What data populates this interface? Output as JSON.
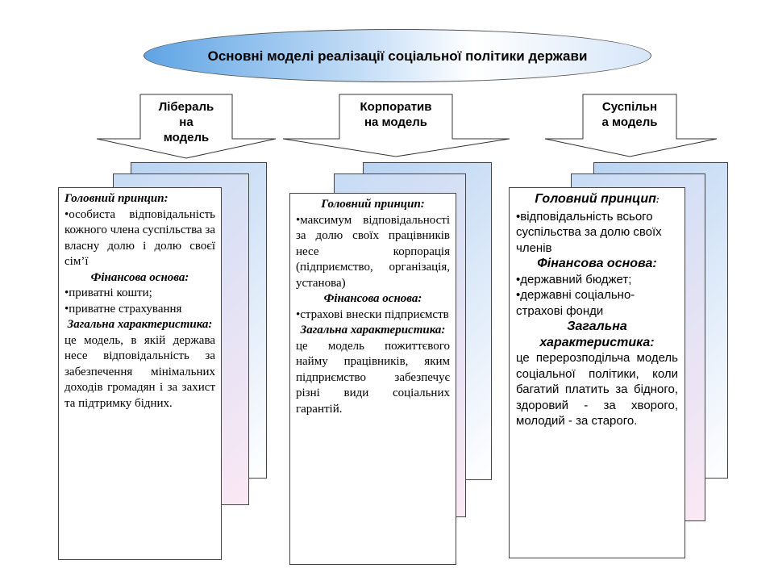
{
  "title": "Основні моделі реалізації соціальної політики держави",
  "columns": [
    {
      "label": "Ліберальна модель",
      "label_lines": [
        "Лібераль",
        "на",
        "модель"
      ],
      "principle_heading": "Головний принцип:",
      "principle_items": [
        "•особиста відповідальність кожного члена суспільства за власну долю і долю своєї сім’ї"
      ],
      "finance_heading": "Фінансова основа:",
      "finance_items": [
        "•приватні кошти;",
        "•приватне страхування"
      ],
      "general_heading": "Загальна характеристика:",
      "general_text": "це модель, в якій держава несе відповідальність за забезпечення мінімальних доходів громадян і за захист та підтримку бідних."
    },
    {
      "label": "Корпоративна модель",
      "label_lines": [
        "Корпоратив",
        "на модель"
      ],
      "principle_heading": "Головний принцип:",
      "principle_items": [
        "•максимум відповідальності за долю своїх працівників несе корпорація (підприємство, організація, установа)"
      ],
      "finance_heading": "Фінансова основа:",
      "finance_items": [
        "•страхові внески підприємств"
      ],
      "general_heading": "Загальна характеристика:",
      "general_text": "це модель пожиттєвого найму працівників, яким підприємство забезпечує різні види соціальних гарантій."
    },
    {
      "label": "Суспільна модель",
      "label_lines": [
        "Суспільн",
        "а модель"
      ],
      "principle_heading": "Головний принцип",
      "principle_heading_suffix": ":",
      "principle_items": [
        "•відповідальність всього суспільства за долю своїх членів"
      ],
      "finance_heading": "Фінансова основа:",
      "finance_items": [
        "•державний бюджет;",
        "•державні соціально-страхові фонди"
      ],
      "general_heading": "Загальна характеристика:",
      "general_text": "це перерозподільча модель соціальної політики, коли багатий платить за бідного, здоровий - за хворого, молодий - за старого."
    }
  ]
}
